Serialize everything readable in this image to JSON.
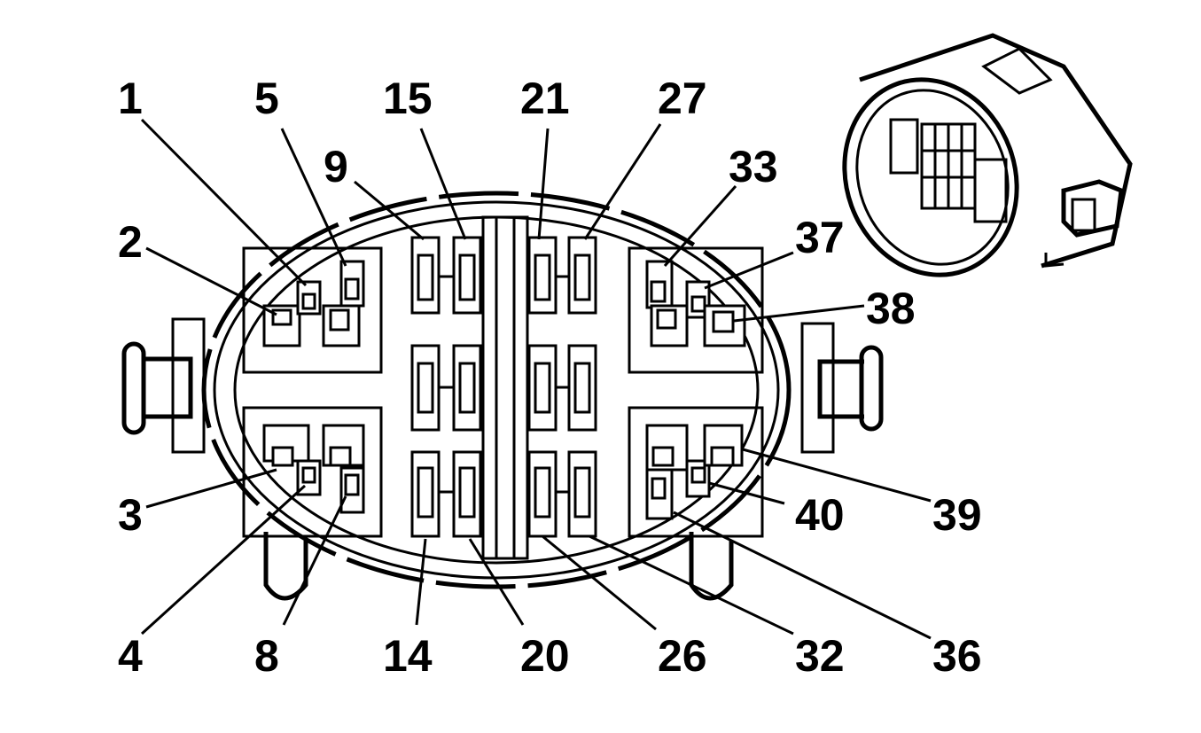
{
  "labels": {
    "p1": "1",
    "p2": "2",
    "p3": "3",
    "p4": "4",
    "p5": "5",
    "p8": "8",
    "p9": "9",
    "p14": "14",
    "p15": "15",
    "p20": "20",
    "p21": "21",
    "p26": "26",
    "p27": "27",
    "p32": "32",
    "p33": "33",
    "p36": "36",
    "p37": "37",
    "p38": "38",
    "p39": "39",
    "p40": "40"
  }
}
